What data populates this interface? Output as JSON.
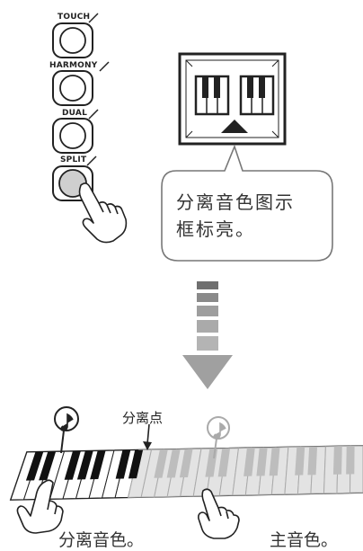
{
  "panel": {
    "buttons": [
      {
        "label": "TOUCH",
        "pressed": false
      },
      {
        "label": "HARMONY",
        "pressed": false
      },
      {
        "label": "DUAL",
        "pressed": false
      },
      {
        "label": "SPLIT",
        "pressed": true
      }
    ],
    "edit_icon": "pencil-icon"
  },
  "display": {
    "icon": "split-voice-icon"
  },
  "callout": {
    "line1": "分离音色图示",
    "line2": "框标亮。"
  },
  "arrow": {
    "icon": "down-arrow-icon"
  },
  "keyboard": {
    "split_point_label": "分离点",
    "left_caption": "分离音色。",
    "right_caption": "主音色。",
    "note_icon": "eighth-note-icon",
    "hand_icon": "pointing-hand-icon"
  },
  "colors": {
    "line": "#222222",
    "split_button_fill": "#cfcfcf",
    "main_keys_tint": "#bdbdbd",
    "arrow_fill": "#9a9a9a"
  }
}
